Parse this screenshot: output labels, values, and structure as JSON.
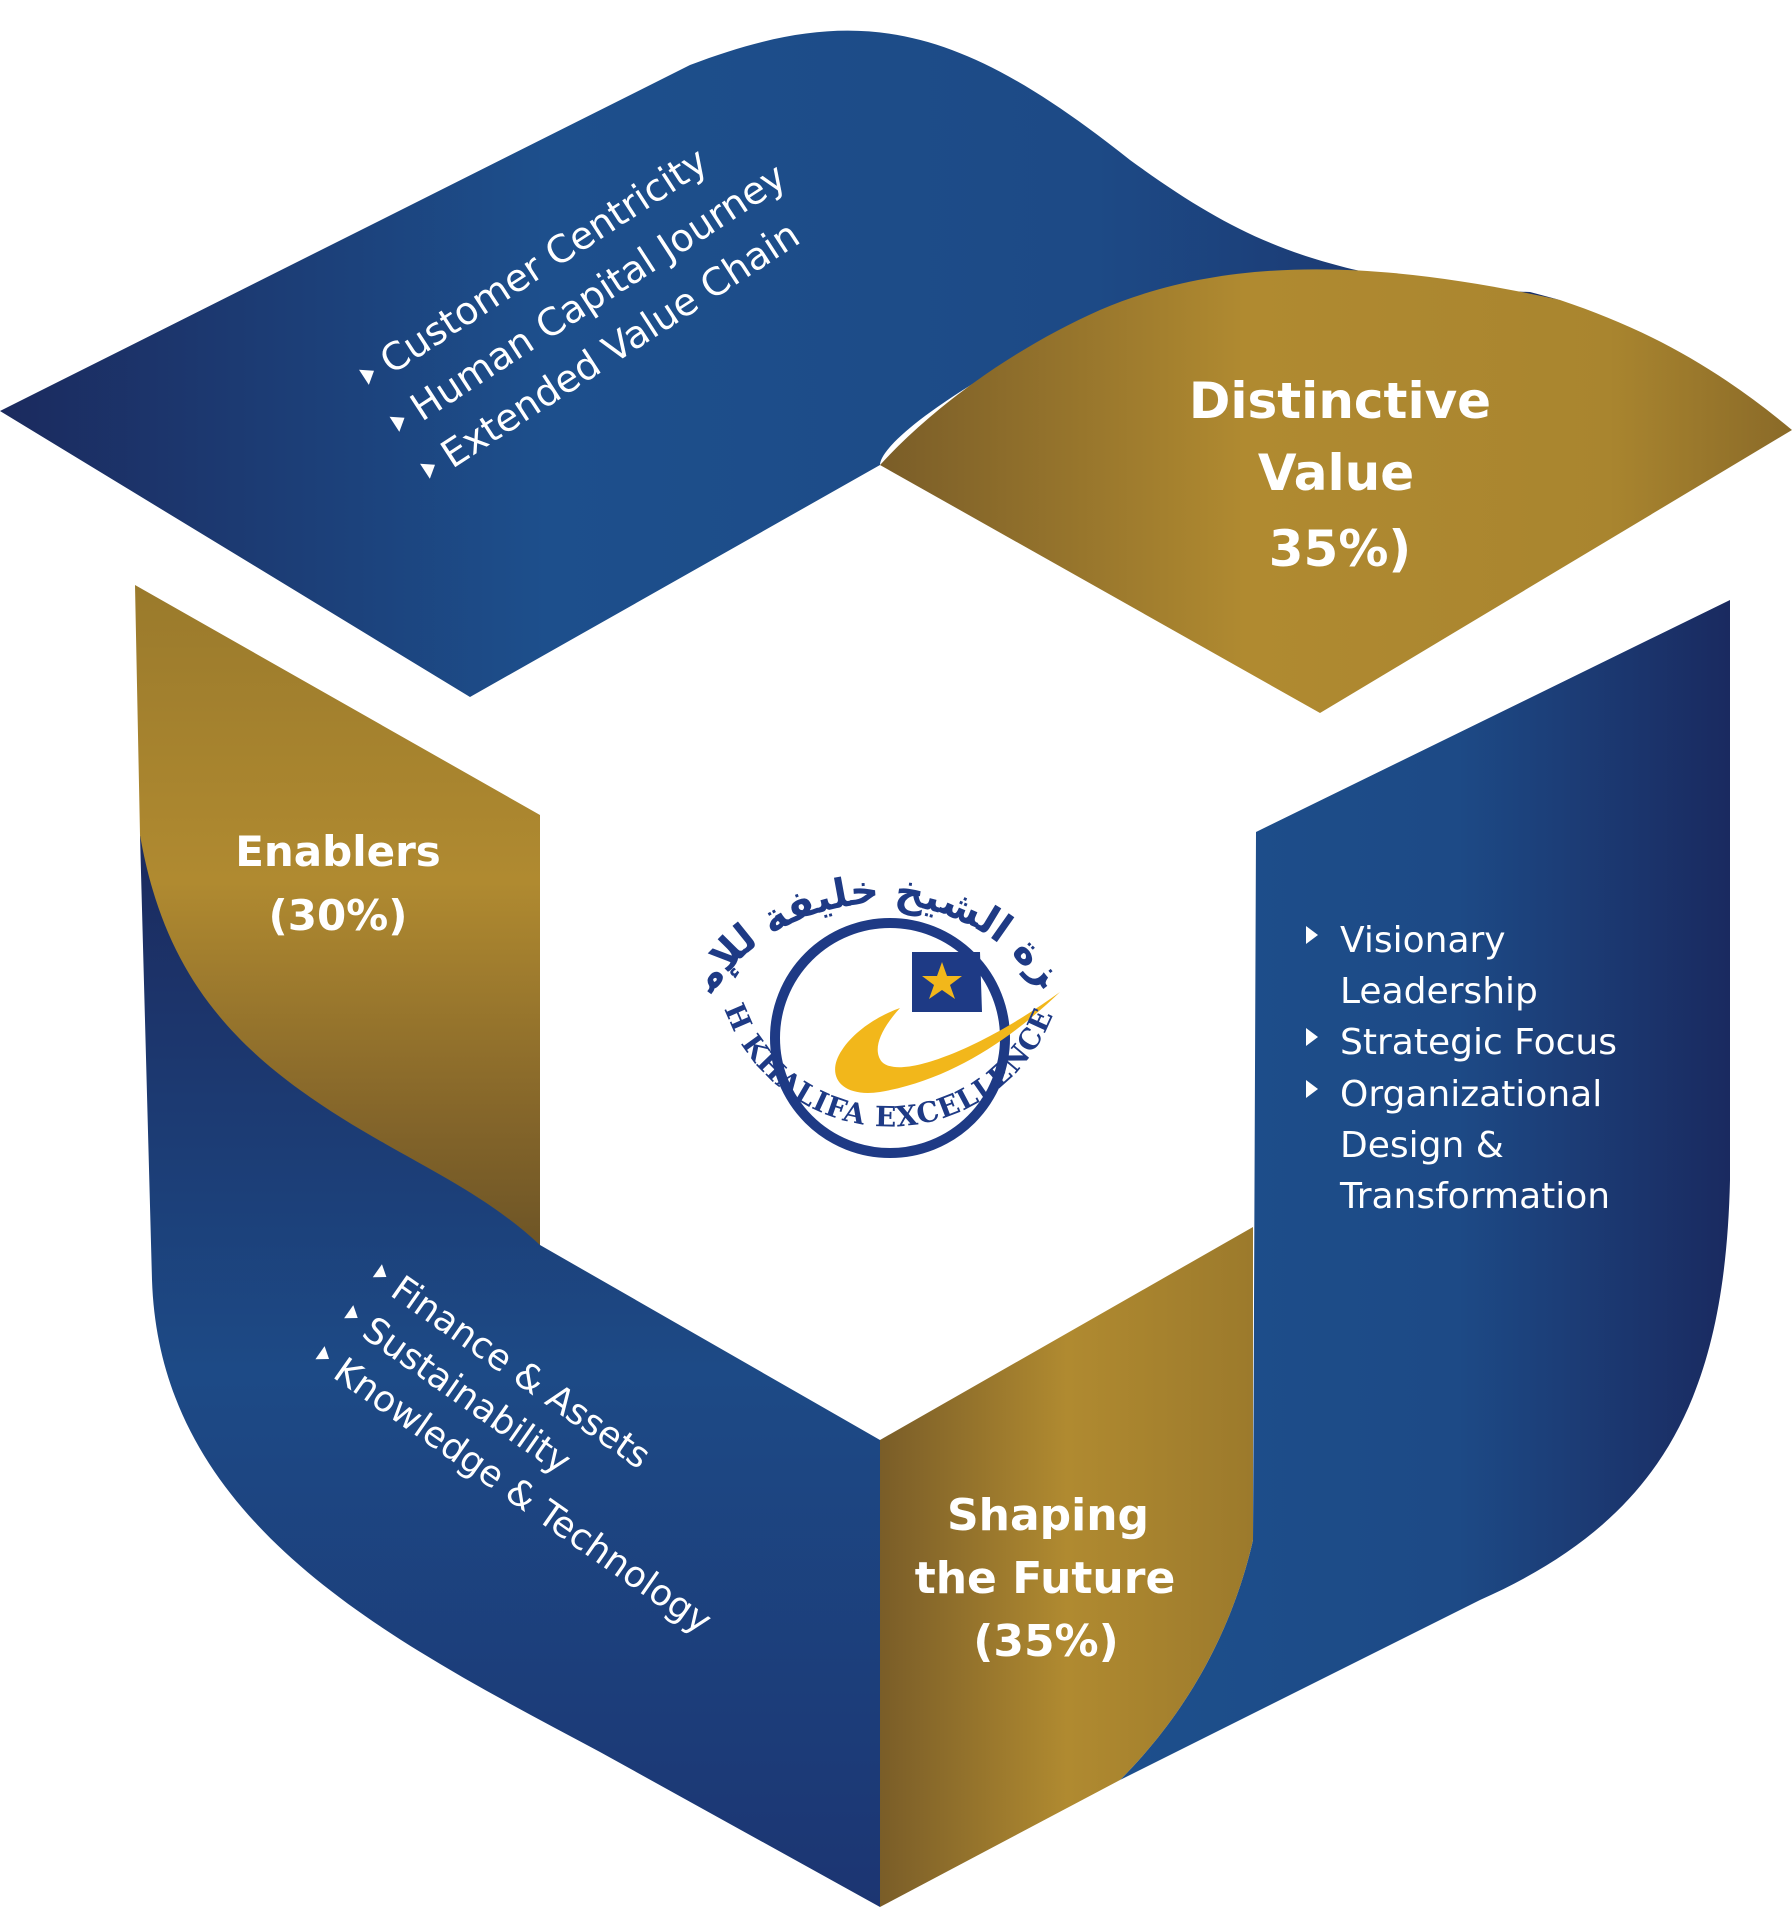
{
  "colors": {
    "blue_dark": "#1b2a5e",
    "blue_light": "#1d4f8c",
    "gold_dark": "#7a5d28",
    "gold_light": "#b08a30",
    "logo_blue": "#1e3a85",
    "logo_yellow": "#f2b71b",
    "text": "#ffffff"
  },
  "sections": {
    "distinctive_value": {
      "title_lines": [
        "Distinctive",
        "Value",
        "35%)"
      ],
      "items": [
        "Customer Centricity",
        "Human Capital Journey",
        "Extended Value Chain"
      ]
    },
    "shaping_future": {
      "title_lines": [
        "Shaping",
        "the Future",
        "(35%)"
      ],
      "items": [
        "Visionary",
        "Leadership",
        "Strategic Focus",
        "Organizational",
        "Design &",
        "Transformation"
      ]
    },
    "enablers": {
      "title_lines": [
        "Enablers",
        "(30%)"
      ],
      "items": [
        "Finance & Assets",
        "Sustainability",
        "Knowledge & Technology"
      ]
    }
  },
  "logo": {
    "arabic": "جائزة الشيخ خليفة للإمتياز",
    "english": "SHEIKH KHALIFA EXCELLENCE AWARD"
  }
}
